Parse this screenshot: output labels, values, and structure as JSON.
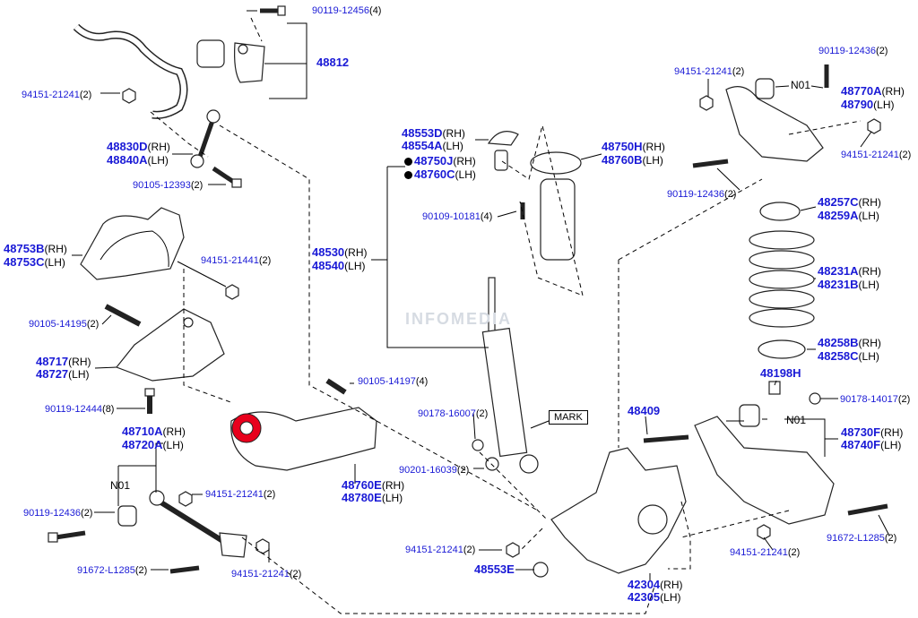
{
  "labels": {
    "l90119_12456": {
      "pn": "90119-12456",
      "sfx": "(4)"
    },
    "l48812": {
      "pn": "48812",
      "sfx": ""
    },
    "l94151_21241_a": {
      "pn": "94151-21241",
      "sfx": "(2)"
    },
    "l48830D": {
      "pn": "48830D",
      "sfx": "(RH)"
    },
    "l48840A": {
      "pn": "48840A",
      "sfx": "(LH)"
    },
    "l90105_12393": {
      "pn": "90105-12393",
      "sfx": "(2)"
    },
    "l48753B": {
      "pn": "48753B",
      "sfx": "(RH)"
    },
    "l48753C": {
      "pn": "48753C",
      "sfx": "(LH)"
    },
    "l94151_21441": {
      "pn": "94151-21441",
      "sfx": "(2)"
    },
    "l90105_14195": {
      "pn": "90105-14195",
      "sfx": "(2)"
    },
    "l48717": {
      "pn": "48717",
      "sfx": "(RH)"
    },
    "l48727": {
      "pn": "48727",
      "sfx": "(LH)"
    },
    "l90119_12444": {
      "pn": "90119-12444",
      "sfx": "(8)"
    },
    "l48710A": {
      "pn": "48710A",
      "sfx": "(RH)"
    },
    "l48720A": {
      "pn": "48720A",
      "sfx": "(LH)"
    },
    "l94151_21241_b": {
      "pn": "94151-21241",
      "sfx": "(2)"
    },
    "l90119_12436_a": {
      "pn": "90119-12436",
      "sfx": "(2)"
    },
    "l91672_L1285_a": {
      "pn": "91672-L1285",
      "sfx": "(2)"
    },
    "l94151_21241_c": {
      "pn": "94151-21241",
      "sfx": "(2)"
    },
    "l48553D": {
      "pn": "48553D",
      "sfx": "(RH)"
    },
    "l48554A": {
      "pn": "48554A",
      "sfx": "(LH)"
    },
    "l48750J": {
      "pn": "48750J",
      "sfx": "(RH)"
    },
    "l48760C": {
      "pn": "48760C",
      "sfx": "(LH)"
    },
    "l90109_10181": {
      "pn": "90109-10181",
      "sfx": "(4)"
    },
    "l48530": {
      "pn": "48530",
      "sfx": "(RH)"
    },
    "l48540": {
      "pn": "48540",
      "sfx": "(LH)"
    },
    "l48750H": {
      "pn": "48750H",
      "sfx": "(RH)"
    },
    "l48760B": {
      "pn": "48760B",
      "sfx": "(LH)"
    },
    "l90105_14197": {
      "pn": "90105-14197",
      "sfx": "(4)"
    },
    "l90178_16007": {
      "pn": "90178-16007",
      "sfx": "(2)"
    },
    "l90201_16039": {
      "pn": "90201-16039",
      "sfx": "(2)"
    },
    "l48760E": {
      "pn": "48760E",
      "sfx": "(RH)"
    },
    "l48780E": {
      "pn": "48780E",
      "sfx": "(LH)"
    },
    "l48409": {
      "pn": "48409",
      "sfx": ""
    },
    "l94151_21241_d": {
      "pn": "94151-21241",
      "sfx": "(2)"
    },
    "l48553E": {
      "pn": "48553E",
      "sfx": ""
    },
    "l42304": {
      "pn": "42304",
      "sfx": "(RH)"
    },
    "l42305": {
      "pn": "42305",
      "sfx": "(LH)"
    },
    "l90119_12436_b": {
      "pn": "90119-12436",
      "sfx": "(2)"
    },
    "l94151_21241_e": {
      "pn": "94151-21241",
      "sfx": "(2)"
    },
    "l48770A": {
      "pn": "48770A",
      "sfx": "(RH)"
    },
    "l48790": {
      "pn": "48790",
      "sfx": "(LH)"
    },
    "l94151_21241_f": {
      "pn": "94151-21241",
      "sfx": "(2)"
    },
    "l90119_12436_c": {
      "pn": "90119-12436",
      "sfx": "(2)"
    },
    "l48257C": {
      "pn": "48257C",
      "sfx": "(RH)"
    },
    "l48259A": {
      "pn": "48259A",
      "sfx": "(LH)"
    },
    "l48231A": {
      "pn": "48231A",
      "sfx": "(RH)"
    },
    "l48231B": {
      "pn": "48231B",
      "sfx": "(LH)"
    },
    "l48258B": {
      "pn": "48258B",
      "sfx": "(RH)"
    },
    "l48258C": {
      "pn": "48258C",
      "sfx": "(LH)"
    },
    "l48198H": {
      "pn": "48198H",
      "sfx": ""
    },
    "l90178_14017": {
      "pn": "90178-14017",
      "sfx": "(2)"
    },
    "l48730F": {
      "pn": "48730F",
      "sfx": "(RH)"
    },
    "l48740F": {
      "pn": "48740F",
      "sfx": "(LH)"
    },
    "l91672_L1285_b": {
      "pn": "91672-L1285",
      "sfx": "(2)"
    },
    "l94151_21241_g": {
      "pn": "94151-21241",
      "sfx": "(2)"
    }
  },
  "mark_label": "MARK",
  "n01_label": "N01",
  "watermark": "INFOMEDIA",
  "colors": {
    "part_number": "#1a1ad6",
    "highlight": "#e8001c"
  }
}
